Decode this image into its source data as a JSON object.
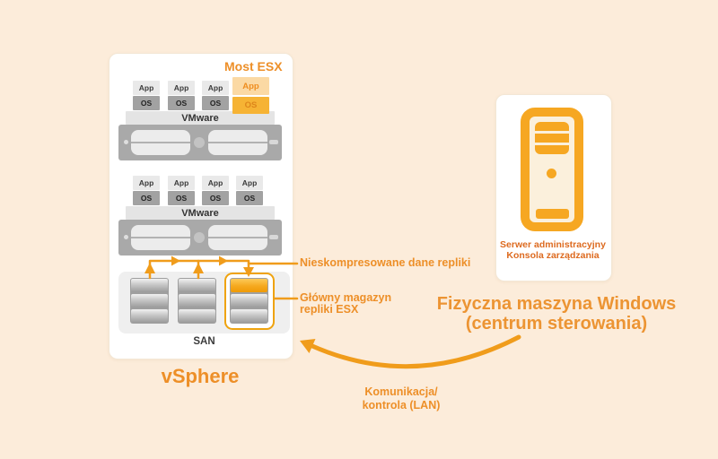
{
  "colors": {
    "bg": "#fcecda",
    "accent": "#f09c1b",
    "accent-text": "#ed8f28",
    "heading": "#ec9433",
    "caption": "#dd6a1f",
    "amber": "#f6a722",
    "os-highlight": "#f6b334",
    "app-highlight": "#fbd9a4"
  },
  "vsphere": {
    "panel_label": "vSphere",
    "most_esx_label": "Most ESX",
    "app_label": "App",
    "os_label": "OS",
    "vmware_label": "VMware",
    "san_label": "SAN"
  },
  "annotations": {
    "uncompressed_replica": "Nieskompresowane dane repliki",
    "main_storage_line1": "Główny magazyn",
    "main_storage_line2": "repliki ESX",
    "lan_line1": "Komunikacja/",
    "lan_line2": "kontrola (LAN)"
  },
  "windows_machine": {
    "title_line1": "Fizyczna maszyna Windows",
    "title_line2": "(centrum sterowania)",
    "caption_line1": "Serwer administracyjny",
    "caption_line2": "Konsola zarządzania"
  }
}
